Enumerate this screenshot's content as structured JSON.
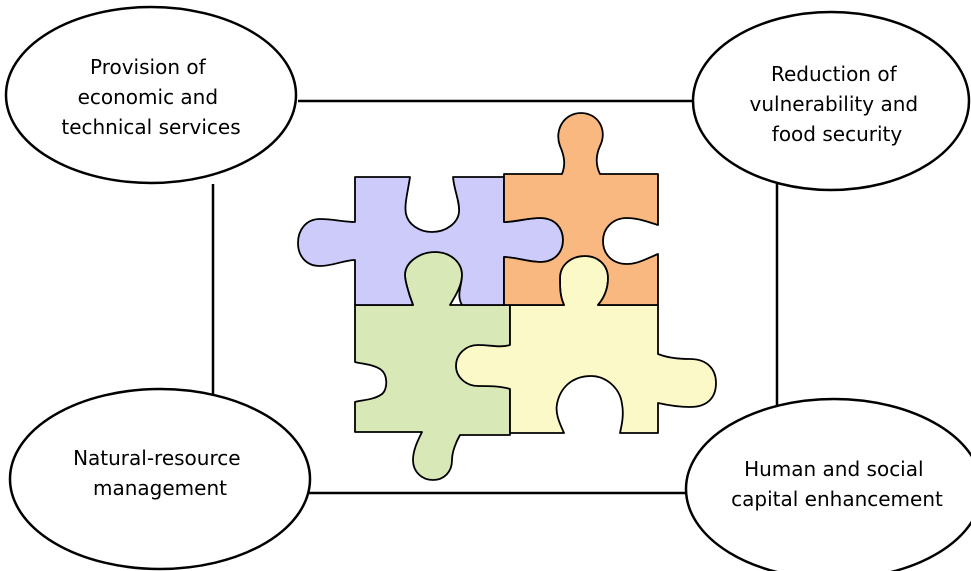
{
  "nodes": {
    "top_left": {
      "lines": [
        "Provision of",
        "economic and",
        "technical services"
      ]
    },
    "top_right": {
      "lines": [
        "Reduction of",
        "vulnerability and",
        "food security"
      ]
    },
    "bottom_left": {
      "lines": [
        "Natural-resource",
        "management"
      ]
    },
    "bottom_right": {
      "lines": [
        "Human and social",
        "capital enhancement"
      ]
    }
  },
  "puzzle": {
    "pieces": [
      {
        "name": "top-left-piece",
        "color": "#cccbf9"
      },
      {
        "name": "top-right-piece",
        "color": "#f9b87f"
      },
      {
        "name": "bottom-left-piece",
        "color": "#d8e8b6"
      },
      {
        "name": "bottom-right-piece",
        "color": "#fcf9c8"
      }
    ]
  }
}
